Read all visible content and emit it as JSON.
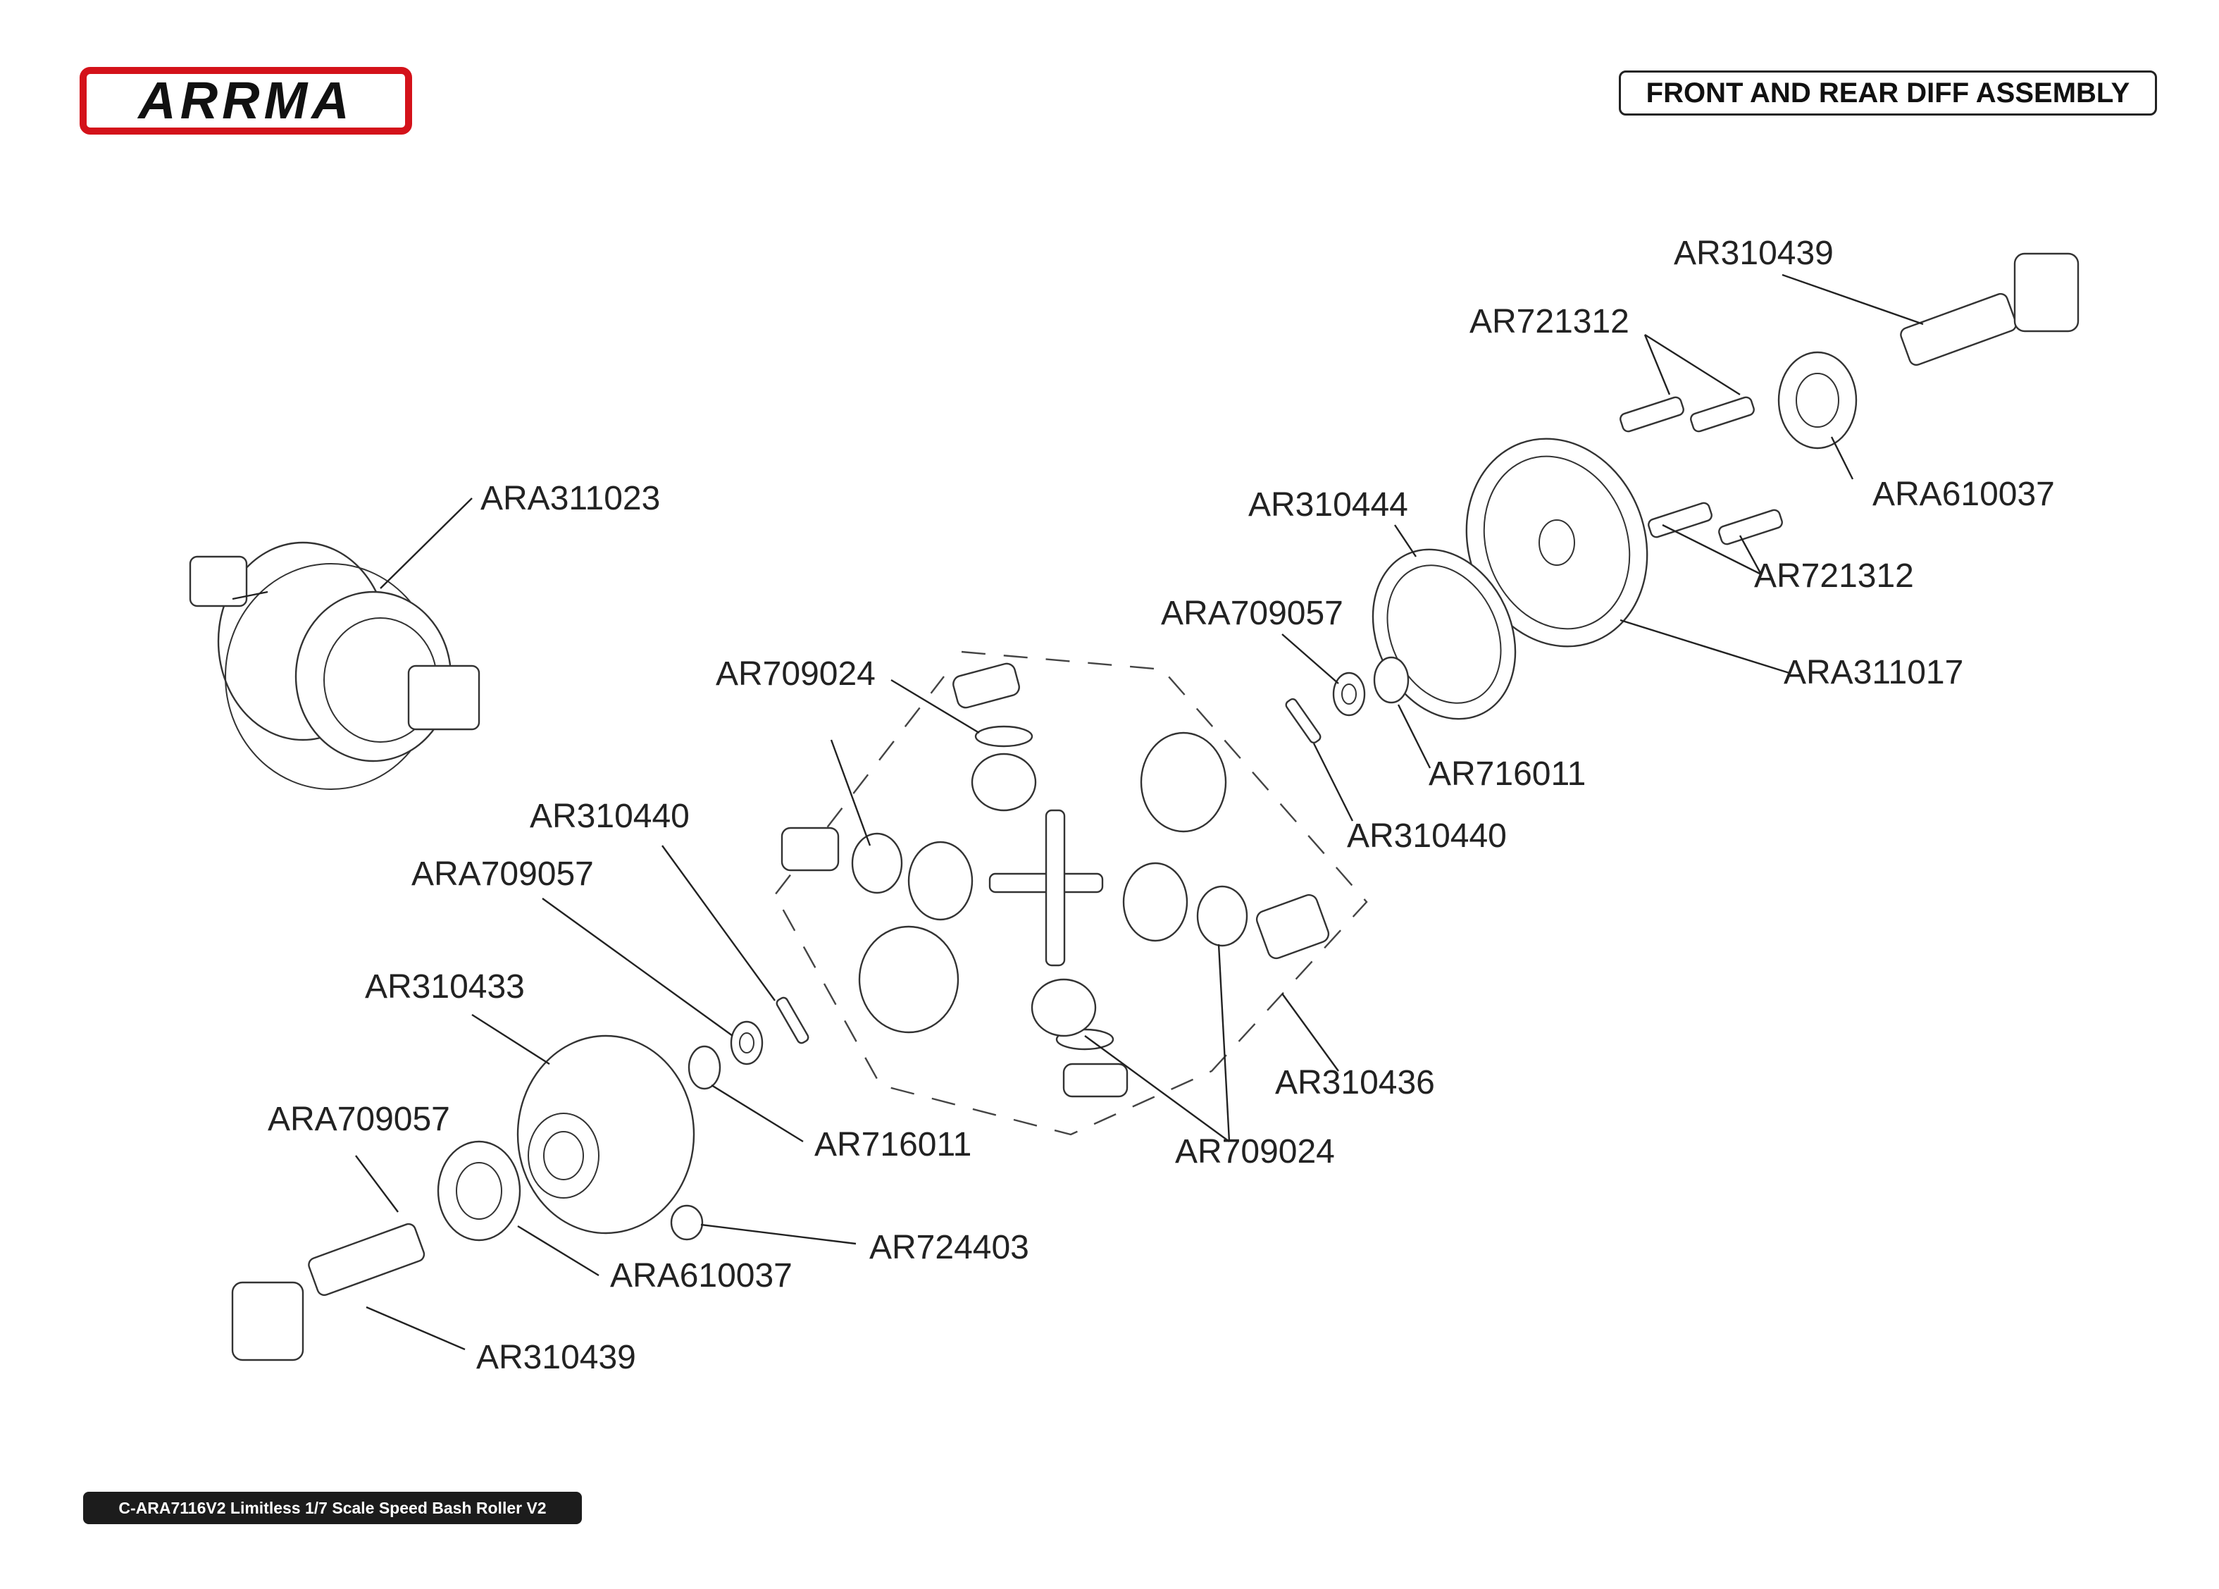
{
  "header": {
    "brand_logo_text": "ARRMA",
    "title": "FRONT AND REAR DIFF ASSEMBLY"
  },
  "footer": {
    "model_line": "C-ARA7116V2 Limitless 1/7 Scale Speed Bash Roller V2"
  },
  "callouts": {
    "c01": "AR310439",
    "c02": "AR721312",
    "c03": "ARA610037",
    "c04": "AR721312",
    "c05": "ARA311023",
    "c06": "AR310444",
    "c07": "ARA709057",
    "c08": "ARA311017",
    "c09": "AR709024",
    "c10": "AR716011",
    "c11": "AR310440",
    "c12": "AR310440",
    "c13": "ARA709057",
    "c14": "AR310433",
    "c15": "AR310436",
    "c16": "ARA709057",
    "c17": "AR716011",
    "c18": "AR709024",
    "c19": "AR724403",
    "c20": "ARA610037",
    "c21": "AR310439"
  },
  "colors": {
    "logo_red": "#d4121a",
    "ink": "#222222",
    "footer_bg": "#1c1c1c"
  }
}
